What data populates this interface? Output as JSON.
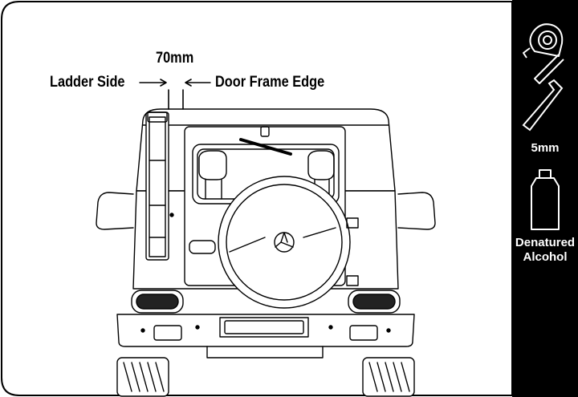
{
  "diagram": {
    "dimension_value": "70mm",
    "left_label": "Ladder Side",
    "right_label": "Door Frame Edge"
  },
  "tools": {
    "items": [
      {
        "icon": "tape-measure-icon",
        "label": ""
      },
      {
        "icon": "hex-key-icon",
        "label": "5mm"
      },
      {
        "icon": "bottle-icon",
        "label": "Denatured Alcohol"
      }
    ],
    "hex_key_label": "5mm",
    "alcohol_line1": "Denatured",
    "alcohol_line2": "Alcohol"
  }
}
